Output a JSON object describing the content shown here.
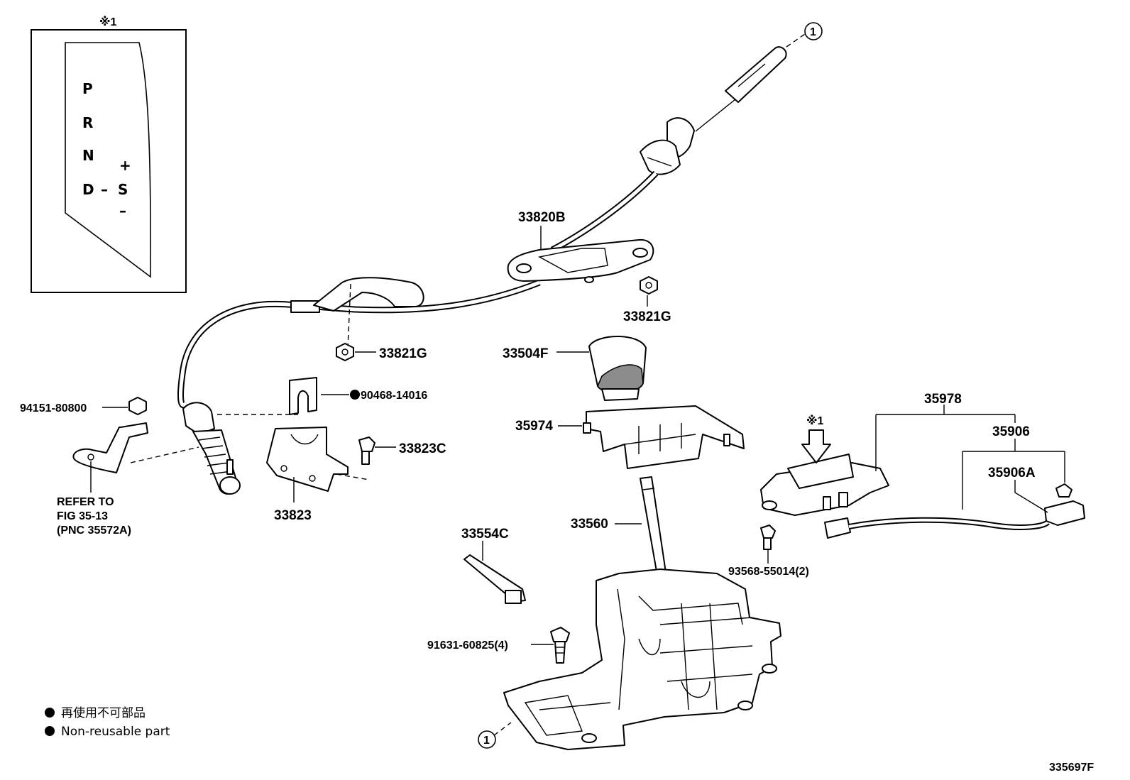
{
  "inset": {
    "marker": "※1",
    "gear_positions": [
      "P",
      "R",
      "N",
      "D"
    ],
    "sport_minus": "–",
    "sport_label": "S",
    "plus_label": "+",
    "minus_label": "–"
  },
  "parts": {
    "p33820B": "33820B",
    "p33821G_a": "33821G",
    "p33821G_b": "33821G",
    "p33504F": "33504F",
    "p35974": "35974",
    "p90468": "90468-14016",
    "p94151": "94151-80800",
    "p33823C": "33823C",
    "p33823": "33823",
    "p35978": "35978",
    "p35906": "35906",
    "p35906A": "35906A",
    "p33560": "33560",
    "p33554C": "33554C",
    "p93568": "93568-55014(2)",
    "p91631": "91631-60825(4)",
    "marker2": "※1"
  },
  "refer": {
    "line1": "REFER TO",
    "line2": "FIG 35-13",
    "line3": "(PNC 35572A)"
  },
  "callouts": {
    "top": "1",
    "bottom": "1"
  },
  "legend": {
    "jp": "再使用不可部品",
    "en": "Non-reusable part"
  },
  "diagram_id": "335697F"
}
